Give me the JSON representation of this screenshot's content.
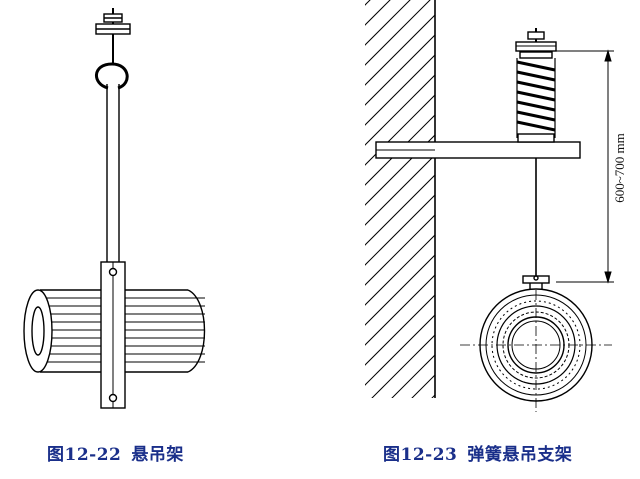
{
  "figures": [
    {
      "number": "图12-22",
      "title": "悬吊架"
    },
    {
      "number": "图12-23",
      "title": "弹簧悬吊支架"
    }
  ],
  "dimension": {
    "text": "600~700 mm"
  },
  "colors": {
    "line": "#000000",
    "caption": "#1a2f8a"
  }
}
